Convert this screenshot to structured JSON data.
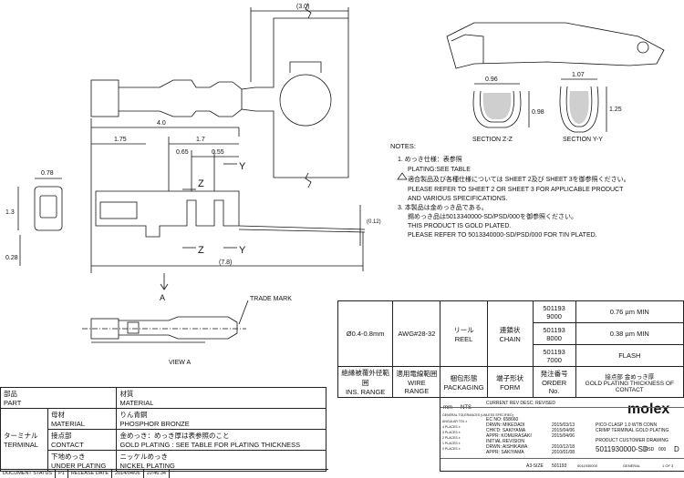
{
  "dims": {
    "d30": "(3.0)",
    "d40": "4.0",
    "d175": "1.75",
    "d17": "1.7",
    "d065": "0.65",
    "d055": "0.55",
    "d078": "0.78",
    "d13": "1.3",
    "d028": "0.28",
    "d78": "(7.8)",
    "d012": "(0.12)",
    "d096": "0.96",
    "d098": "0.98",
    "d107": "1.07",
    "d125": "1.25"
  },
  "labels": {
    "y_top": "Y",
    "z_mid": "Z",
    "z_bot": "Z",
    "y_bot": "Y",
    "arrow_a": "A",
    "trade_mark": "TRADE MARK",
    "view_a": "VIEW A",
    "section_zz": "SECTION Z-Z",
    "section_yy": "SECTION Y-Y"
  },
  "notes": {
    "heading": "NOTES:",
    "lines": [
      "1. めっき仕様：表参照",
      "PLATING:SEE TABLE",
      "適合製品及び各種仕様については SHEET 2及び SHEET 3を御参照ください。",
      "PLEASE REFER TO SHEET 2 OR SHEET 3 FOR APPLICABLE PRODUCT",
      "AND VARIOUS SPECIFICATIONS.",
      "3. 本製品は金めっき品である。",
      "錫めっき品は5013340000-SD/PSD/000を御参照ください。",
      "THIS PRODUCT IS GOLD PLATED.",
      "PLEASE REFER TO 5013340000-SD/PSD/000 FOR TIN PLATED."
    ]
  },
  "spec_table": {
    "ins_range": "Ø0.4-0.8mm",
    "wire_range": "AWG#28-32",
    "packaging": "リール REEL",
    "form": "連鎖状 CHAIN",
    "rows": [
      {
        "order": "501193 9000",
        "plating": "0.76 µm MIN"
      },
      {
        "order": "501193 8000",
        "plating": "0.38 µm MIN"
      },
      {
        "order": "501193 7000",
        "plating": "FLASH"
      }
    ],
    "headers": [
      {
        "jp": "絶縁被覆外径範囲",
        "en": "INS. RANGE"
      },
      {
        "jp": "適用電線範囲",
        "en": "WIRE RANGE"
      },
      {
        "jp": "梱包形態",
        "en": "PACKAGING"
      },
      {
        "jp": "端子形状",
        "en": "FORM"
      },
      {
        "jp": "発注番号",
        "en": "ORDER No."
      },
      {
        "jp": "接点部 金めっき厚",
        "en": "GOLD PLATING THICKNESS OF CONTACT"
      }
    ]
  },
  "parts_table": {
    "h_part_jp": "部品",
    "h_part_en": "PART",
    "h_mat_jp": "材質",
    "h_mat_en": "MATERIAL",
    "row1_jp": "母材",
    "row1_en": "MATERIAL",
    "row1_val_jp": "りん青銅",
    "row1_val_en": "PHOSPHOR BRONZE",
    "terminal_jp": "ターミナル",
    "terminal_en": "TERMINAL",
    "row2_jp": "接点部",
    "row2_en": "CONTACT",
    "row2_val_jp": "金めっき：めっき厚は表参照のこと",
    "row2_val_en": "GOLD PLATING : SEE TABLE FOR PLATING THICKNESS",
    "row3_jp": "下地めっき",
    "row3_en": "UNDER PLATING",
    "row3_val_jp": "ニッケルめっき",
    "row3_val_en": "NICKEL PLATING"
  },
  "status_bar": {
    "doc_status": "DOCUMENT STATUS",
    "p1": "P1",
    "release_date": "RELEASE DATE",
    "date": "2014/04/06",
    "time": "10:46:34"
  },
  "title_block": {
    "logo": "molex",
    "product": "PICO-CLASP 1.0 WTB CONN",
    "desc": "CRIMP TERMINAL GOLD PLATING",
    "drawing_type": "PRODUCT CUSTOMER DRAWING",
    "doc_number": "5011930000-SD",
    "psd": "PSD",
    "rev0": "000",
    "size_d": "D",
    "ec_no": "EC NO: 658660",
    "drwn": "DRWN: MIKEDADI",
    "chkd": "CHK'D: SAKIYAMA",
    "appr": "APPR: KOMURASAKI",
    "date1": "2015/03/13",
    "date2": "2015/04/06",
    "date3": "2015/04/06",
    "initial_rev": "INITIAL REVISION",
    "drwn2": "DRWN: AISHIKAWA",
    "appr2": "APPR: SAKIYAMA",
    "date4": "2010/12/18",
    "date5": "2010/01/08",
    "mm": "mm",
    "nts": "NTS",
    "size": "A3-SIZE",
    "series": "501193",
    "material_no": "5011930000",
    "general": "GENERAL",
    "sheet": "1 OF 3",
    "current_rev": "CURRENT REV DESC: REVISED",
    "tolerance": "GENERAL TOLERANCES (UNLESS SPECIFIED)",
    "angular": "ANGULAR TOL ±",
    "places": [
      "4 PLACES ±",
      "3 PLACES ±",
      "2 PLACES ±",
      "1 PLACES ±",
      "0 PLACES ±"
    ]
  }
}
